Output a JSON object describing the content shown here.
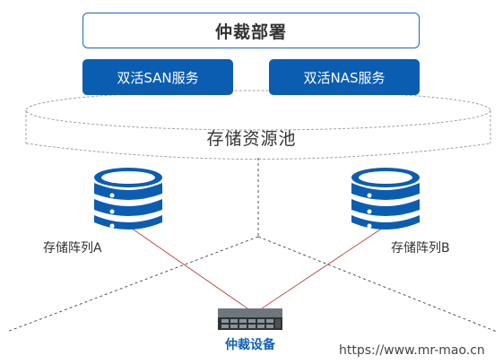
{
  "arbitration": {
    "title": "仲裁部署"
  },
  "services": {
    "san": "双活SAN服务",
    "nas": "双活NAS服务"
  },
  "storage_pool": {
    "label": "存储资源池"
  },
  "arrays": {
    "a": "存储阵列A",
    "b": "存储阵列B"
  },
  "quorum_device": {
    "label": "仲裁设备"
  },
  "watermark": "https://www.mr-mao.cn",
  "colors": {
    "primary_blue": "#0b5db2",
    "box_border": "#1a6ab8",
    "link_red": "#c0504d",
    "dashed_gray": "#9aa4ad",
    "quorum_text": "#1262b5"
  }
}
